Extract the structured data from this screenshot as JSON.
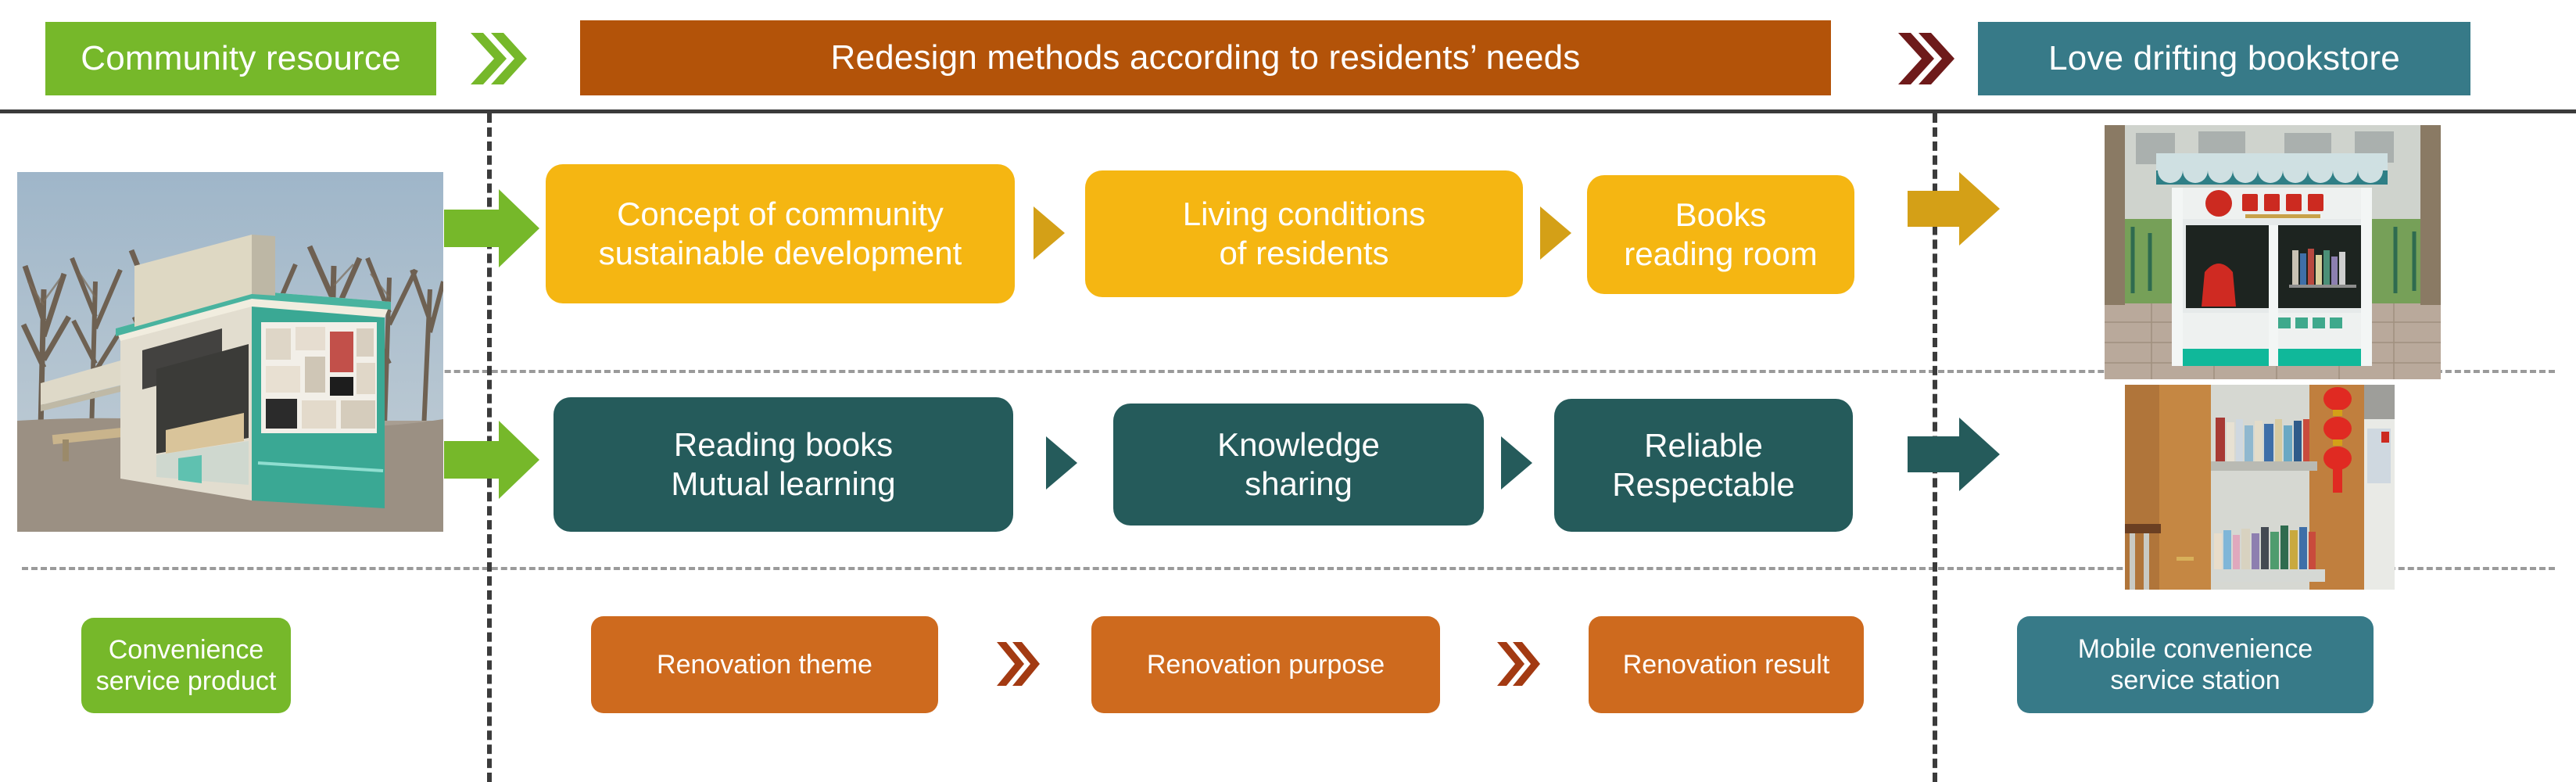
{
  "header": {
    "stage_left": "Community resource",
    "stage_middle": "Redesign methods according to residents’ needs",
    "stage_right": "Love drifting bookstore",
    "chevron_left_icon": "double-chevron-right-icon",
    "chevron_right_icon": "double-chevron-right-icon",
    "colors": {
      "green": "#76B82A",
      "orange": "#B35309",
      "teal": "#377A88",
      "maroon": "#6E1A1A"
    }
  },
  "photos": {
    "before": {
      "alt": "Abandoned community kiosk among bare trees before renovation"
    },
    "after_exterior": {
      "alt": "Renovated green and white kiosk with striped awning and red shop sign"
    },
    "after_interior": {
      "alt": "Interior bookshelves filled with books beside red hanging lanterns"
    }
  },
  "rows": {
    "theme": {
      "arrow_icon": "block-arrow-right-icon",
      "color": "#F5B612",
      "connector_icon": "triangle-right-icon",
      "boxes": [
        {
          "line1": "Concept of community",
          "line2": "sustainable development"
        },
        {
          "line1": "Living conditions",
          "line2": "of residents"
        },
        {
          "line1": "Books",
          "line2": "reading room"
        }
      ],
      "out_arrow_icon": "block-arrow-right-icon",
      "out_arrow_color": "#D4A017"
    },
    "purpose": {
      "arrow_icon": "block-arrow-right-icon",
      "color": "#255B5B",
      "connector_icon": "triangle-right-icon",
      "boxes": [
        {
          "line1": "Reading books",
          "line2": "Mutual learning"
        },
        {
          "line1": "Knowledge",
          "line2": "sharing"
        },
        {
          "line1": "Reliable",
          "line2": "Respectable"
        }
      ],
      "out_arrow_icon": "block-arrow-right-icon",
      "out_arrow_color": "#255B5B"
    }
  },
  "footer": {
    "left_label": {
      "line1": "Convenience",
      "line2": "service product"
    },
    "steps": [
      {
        "label": "Renovation theme"
      },
      {
        "label": "Renovation purpose"
      },
      {
        "label": "Renovation result"
      }
    ],
    "right_label": {
      "line1": "Mobile convenience",
      "line2": "service station"
    },
    "chevron_icon": "double-chevron-right-icon",
    "chevron_color": "#A33A12",
    "green": "#76B82A",
    "orange": "#CE6A1E",
    "teal": "#377A88"
  },
  "dividers": {
    "top_rule_color": "#3b3b3b",
    "dashed_color": "#9a9a9a",
    "vertical_dashed_color": "#3b3b3b"
  }
}
